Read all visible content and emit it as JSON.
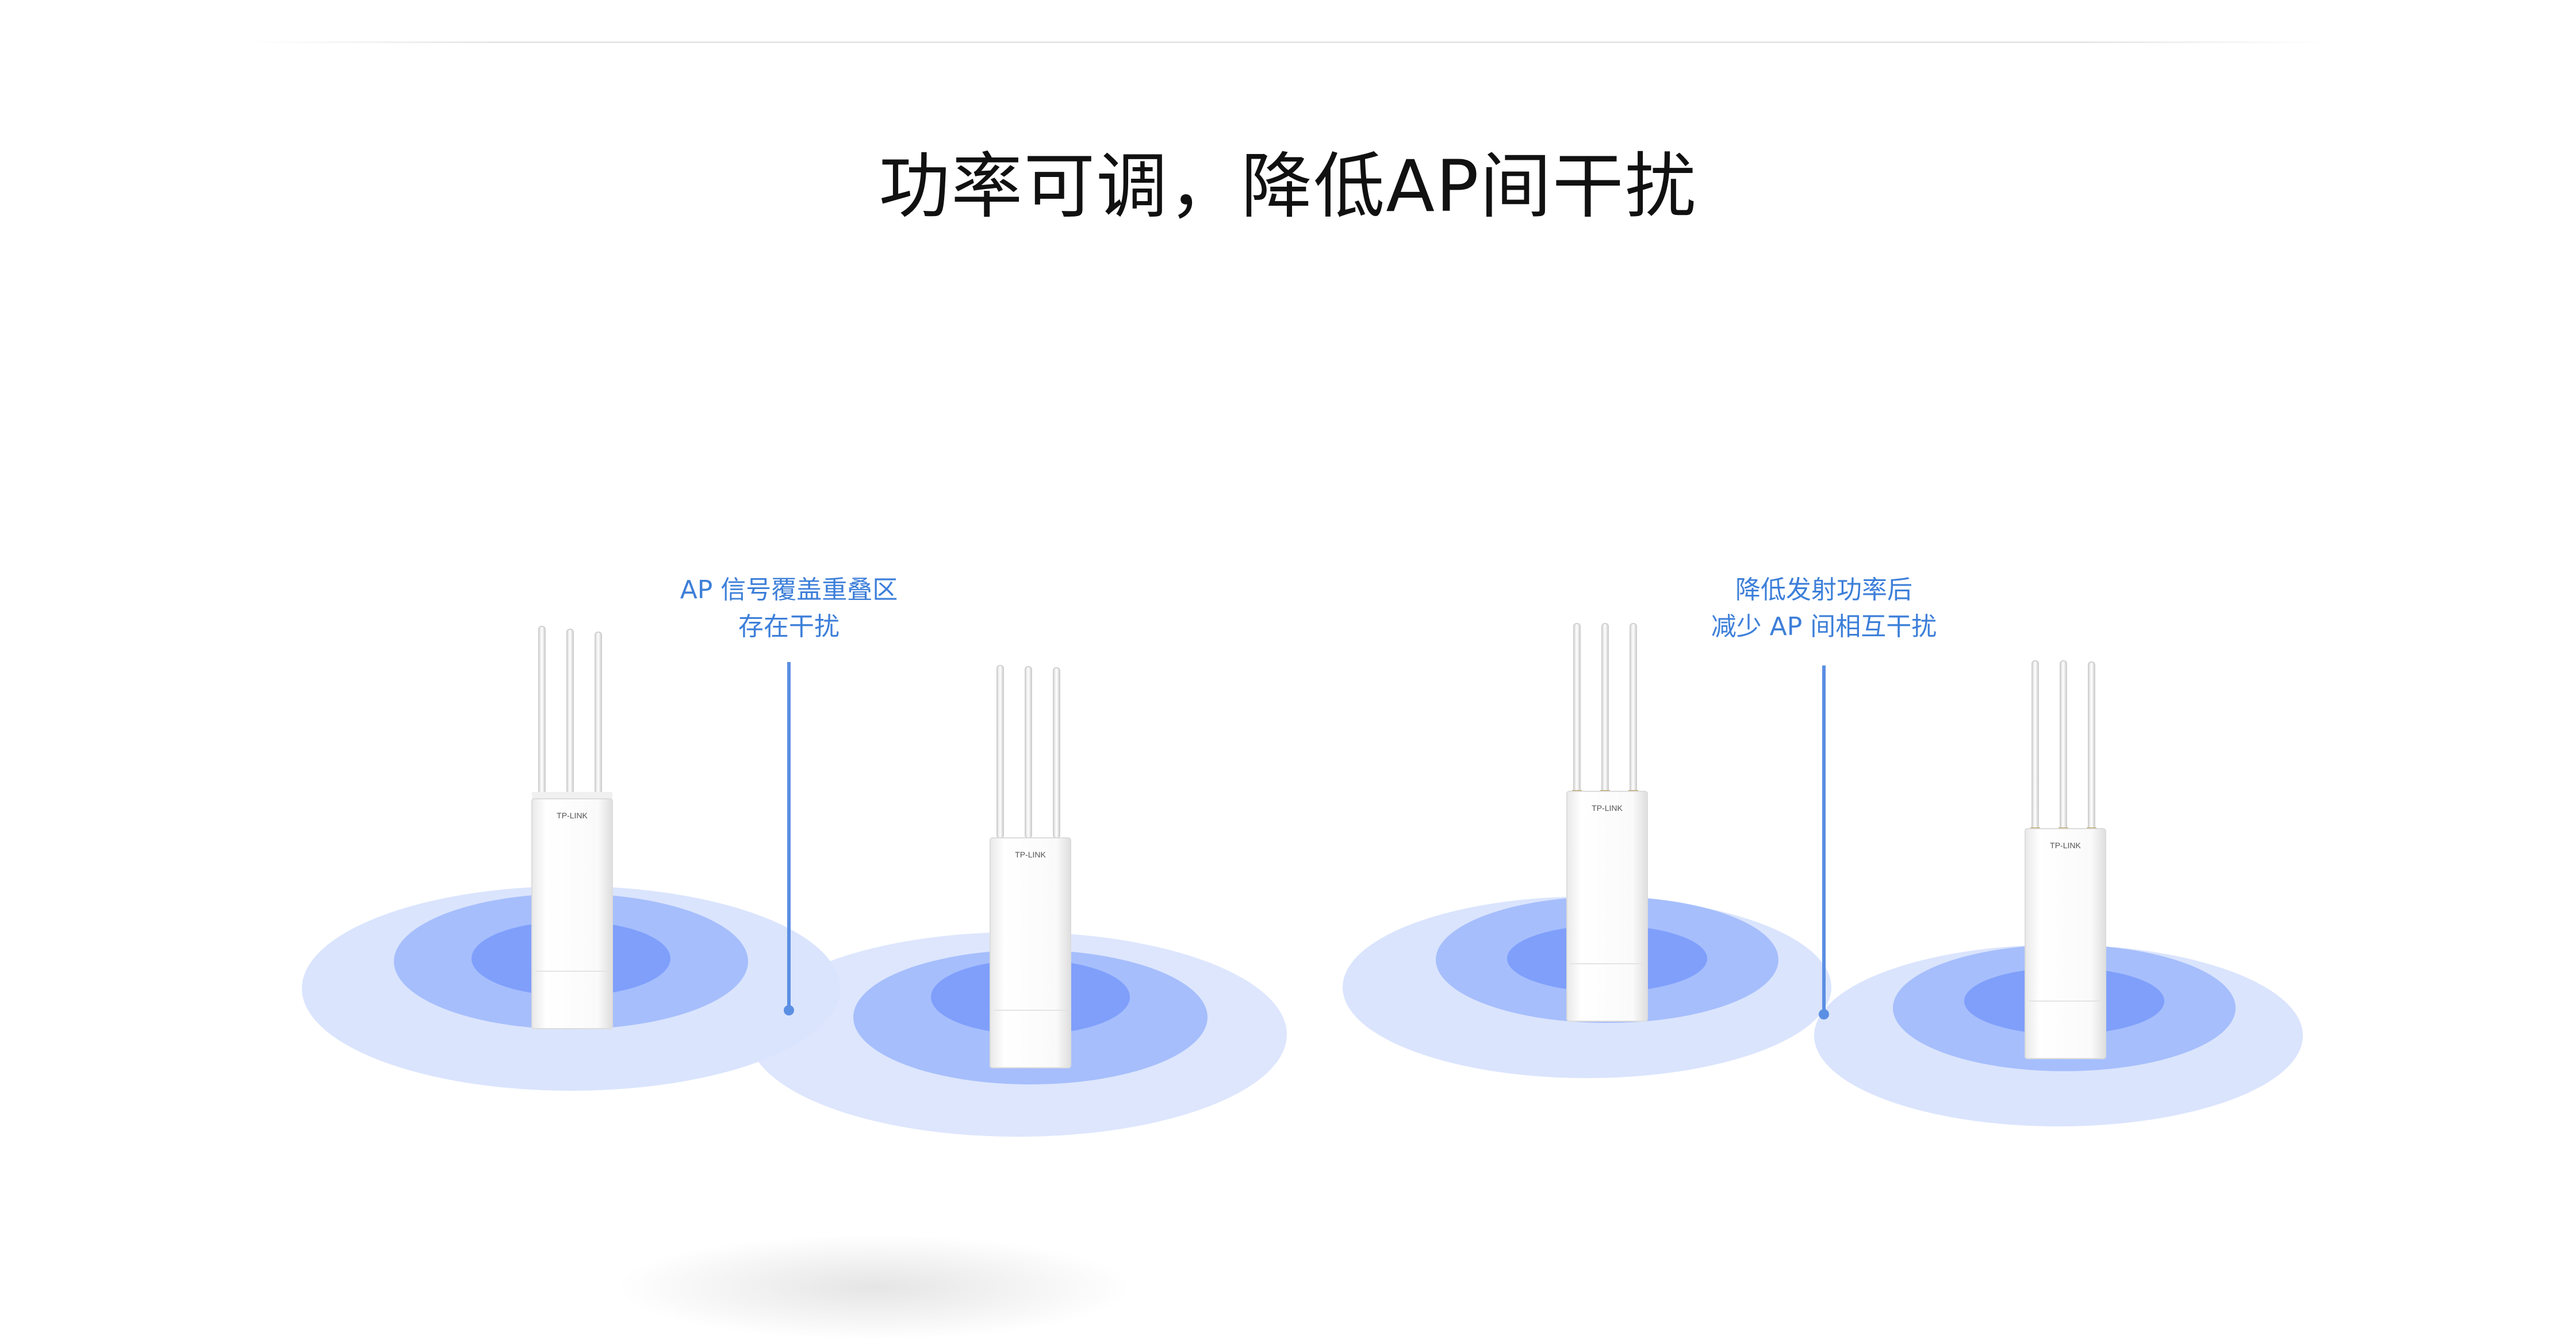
{
  "title": "功率可调，降低AP间干扰",
  "left_panel": {
    "caption_line1": "AP 信号覆盖重叠区",
    "caption_line2": "存在干扰"
  },
  "right_panel": {
    "caption_line1": "降低发射功率后",
    "caption_line2": "减少 AP 间相互干扰"
  },
  "device_brand": "TP-LINK",
  "colors": {
    "accent": "#3d7fd9",
    "ring_outer": "#dae4fd",
    "ring_middle": "#a6befc",
    "ring_inner": "#7f9ffb",
    "title": "#111111"
  }
}
